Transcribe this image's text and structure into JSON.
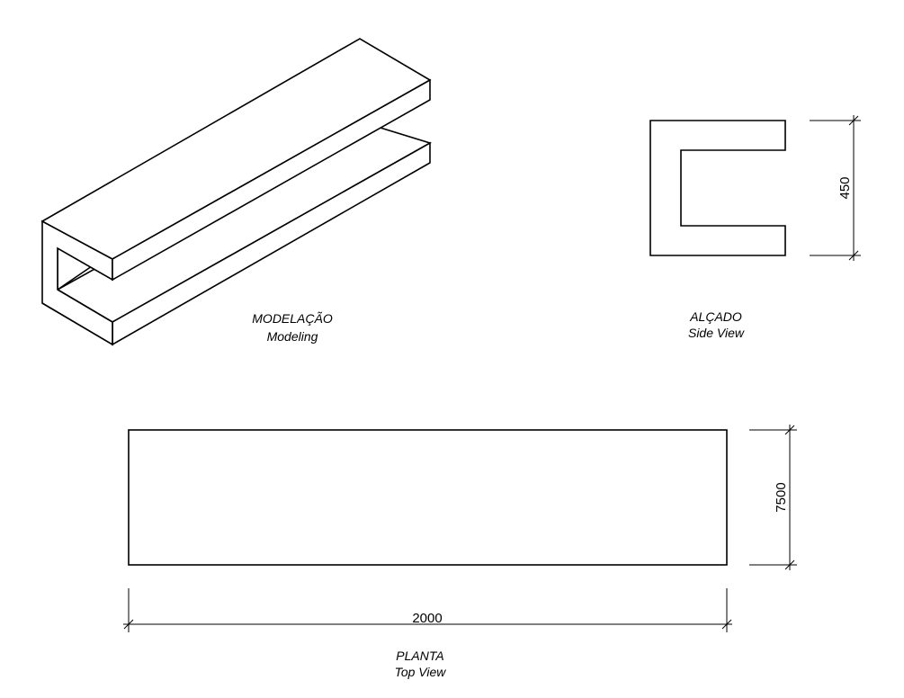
{
  "views": {
    "modeling": {
      "title": "MODELAÇÃO",
      "subtitle": "Modeling"
    },
    "side": {
      "title": "ALÇADO",
      "subtitle": "Side View"
    },
    "top": {
      "title": "PLANTA",
      "subtitle": "Top View"
    }
  },
  "dimensions": {
    "side_height": "450",
    "top_depth": "7500",
    "top_length": "2000"
  }
}
